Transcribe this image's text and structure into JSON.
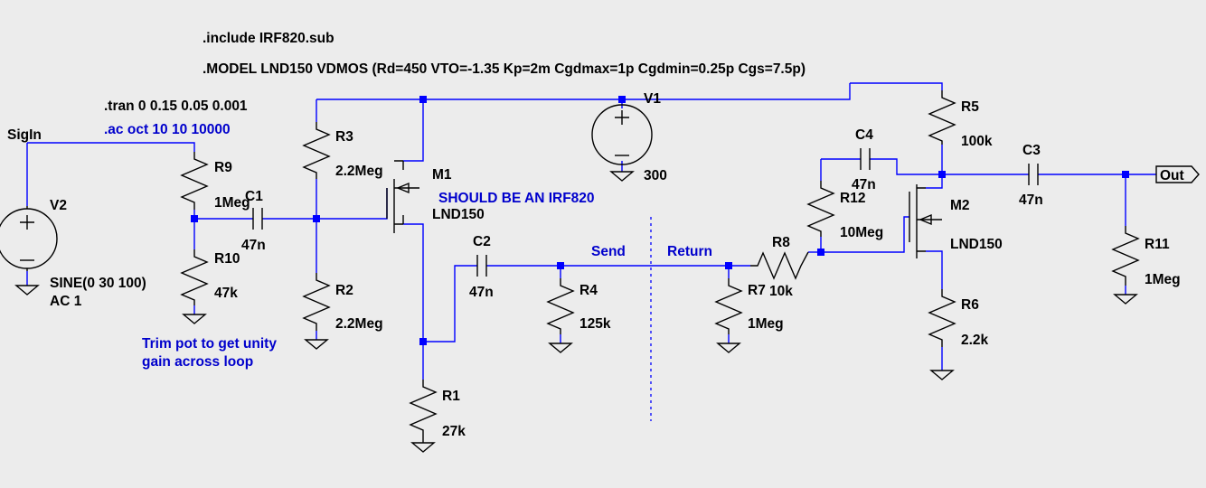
{
  "directives": {
    "include": ".include IRF820.sub",
    "model": ".MODEL LND150 VDMOS (Rd=450 VTO=-1.35 Kp=2m Cgdmax=1p Cgdmin=0.25p Cgs=7.5p)",
    "tran": ".tran 0 0.15 0.05 0.001",
    "ac": ".ac oct 10 10 10000"
  },
  "comments": {
    "trim_line1": "Trim pot to get unity",
    "trim_line2": "gain across loop",
    "should_be": "SHOULD BE AN IRF820"
  },
  "nets": {
    "input": "SigIn",
    "output": "Out",
    "send": "Send",
    "return": "Return"
  },
  "components": {
    "V1": {
      "name": "V1",
      "value": "300"
    },
    "V2": {
      "name": "V2",
      "value1": "SINE(0 30 100)",
      "value2": "AC 1"
    },
    "R1": {
      "name": "R1",
      "value": "27k"
    },
    "R2": {
      "name": "R2",
      "value": "2.2Meg"
    },
    "R3": {
      "name": "R3",
      "value": "2.2Meg"
    },
    "R4": {
      "name": "R4",
      "value": "125k"
    },
    "R5": {
      "name": "R5",
      "value": "100k"
    },
    "R6": {
      "name": "R6",
      "value": "2.2k"
    },
    "R7": {
      "name": "R7",
      "value": "1Meg"
    },
    "R8": {
      "name": "R8",
      "value": "10k"
    },
    "R9": {
      "name": "R9",
      "value": "1Meg"
    },
    "R10": {
      "name": "R10",
      "value": "47k"
    },
    "R11": {
      "name": "R11",
      "value": "1Meg"
    },
    "R12": {
      "name": "R12",
      "value": "10Meg"
    },
    "C1": {
      "name": "C1",
      "value": "47n"
    },
    "C2": {
      "name": "C2",
      "value": "47n"
    },
    "C3": {
      "name": "C3",
      "value": "47n"
    },
    "C4": {
      "name": "C4",
      "value": "47n"
    },
    "M1": {
      "name": "M1",
      "value": "LND150"
    },
    "M2": {
      "name": "M2",
      "value": "LND150"
    }
  },
  "colors": {
    "background": "#ececec",
    "wire": "#0000ff",
    "component": "#000000",
    "comment_text": "#0000cc"
  }
}
